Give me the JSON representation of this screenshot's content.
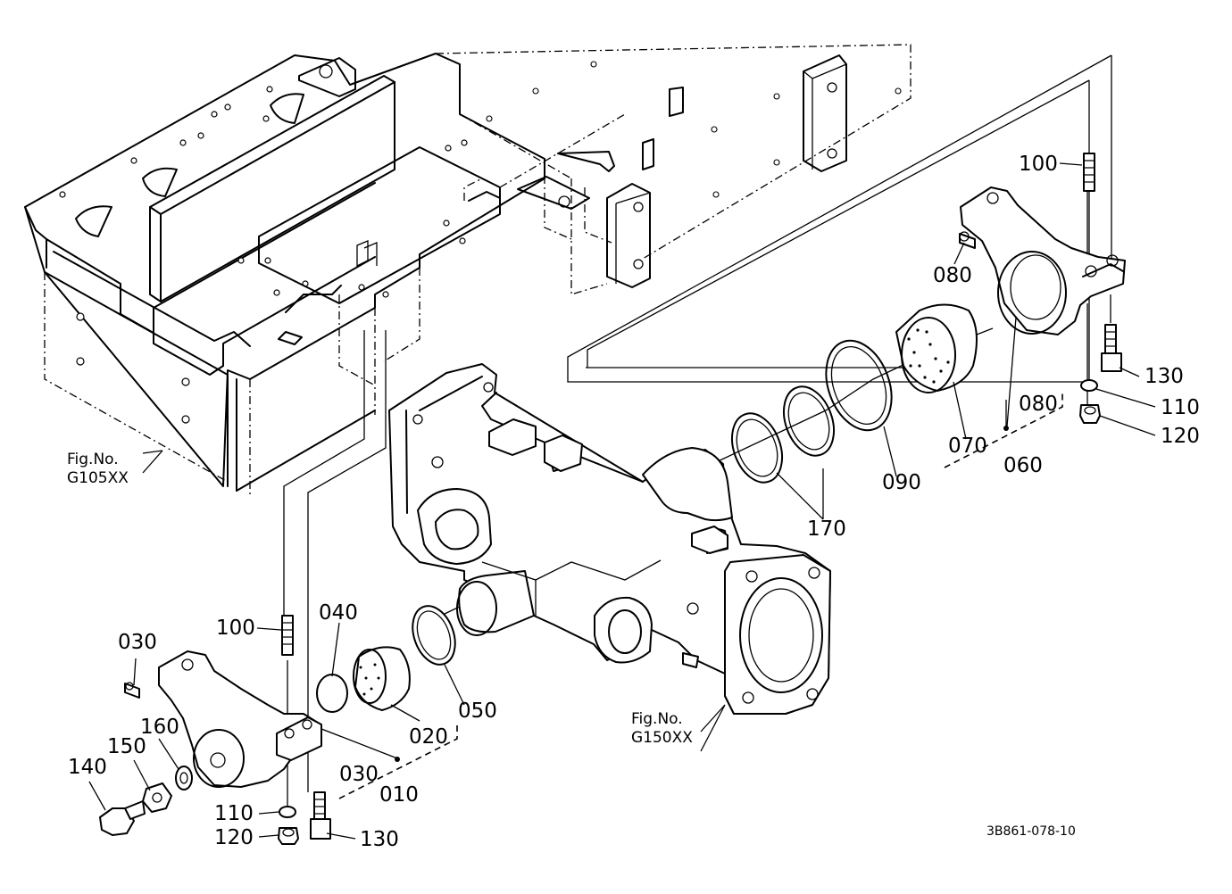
{
  "drawing": {
    "code": "3B861-078-10",
    "references": [
      {
        "prefix": "Fig.No.",
        "number": "G105XX"
      },
      {
        "prefix": "Fig.No.",
        "number": "G150XX"
      }
    ]
  },
  "parts": [
    {
      "id": "p-010",
      "label": "010"
    },
    {
      "id": "p-020",
      "label": "020"
    },
    {
      "id": "p-030-a",
      "label": "030"
    },
    {
      "id": "p-030-b",
      "label": "030"
    },
    {
      "id": "p-040",
      "label": "040"
    },
    {
      "id": "p-050",
      "label": "050"
    },
    {
      "id": "p-060",
      "label": "060"
    },
    {
      "id": "p-070",
      "label": "070"
    },
    {
      "id": "p-080-a",
      "label": "080"
    },
    {
      "id": "p-080-b",
      "label": "080"
    },
    {
      "id": "p-090",
      "label": "090"
    },
    {
      "id": "p-100-a",
      "label": "100"
    },
    {
      "id": "p-100-b",
      "label": "100"
    },
    {
      "id": "p-110-a",
      "label": "110"
    },
    {
      "id": "p-110-b",
      "label": "110"
    },
    {
      "id": "p-120-a",
      "label": "120"
    },
    {
      "id": "p-120-b",
      "label": "120"
    },
    {
      "id": "p-130-a",
      "label": "130"
    },
    {
      "id": "p-130-b",
      "label": "130"
    },
    {
      "id": "p-140",
      "label": "140"
    },
    {
      "id": "p-150",
      "label": "150"
    },
    {
      "id": "p-160",
      "label": "160"
    },
    {
      "id": "p-170",
      "label": "170"
    }
  ]
}
